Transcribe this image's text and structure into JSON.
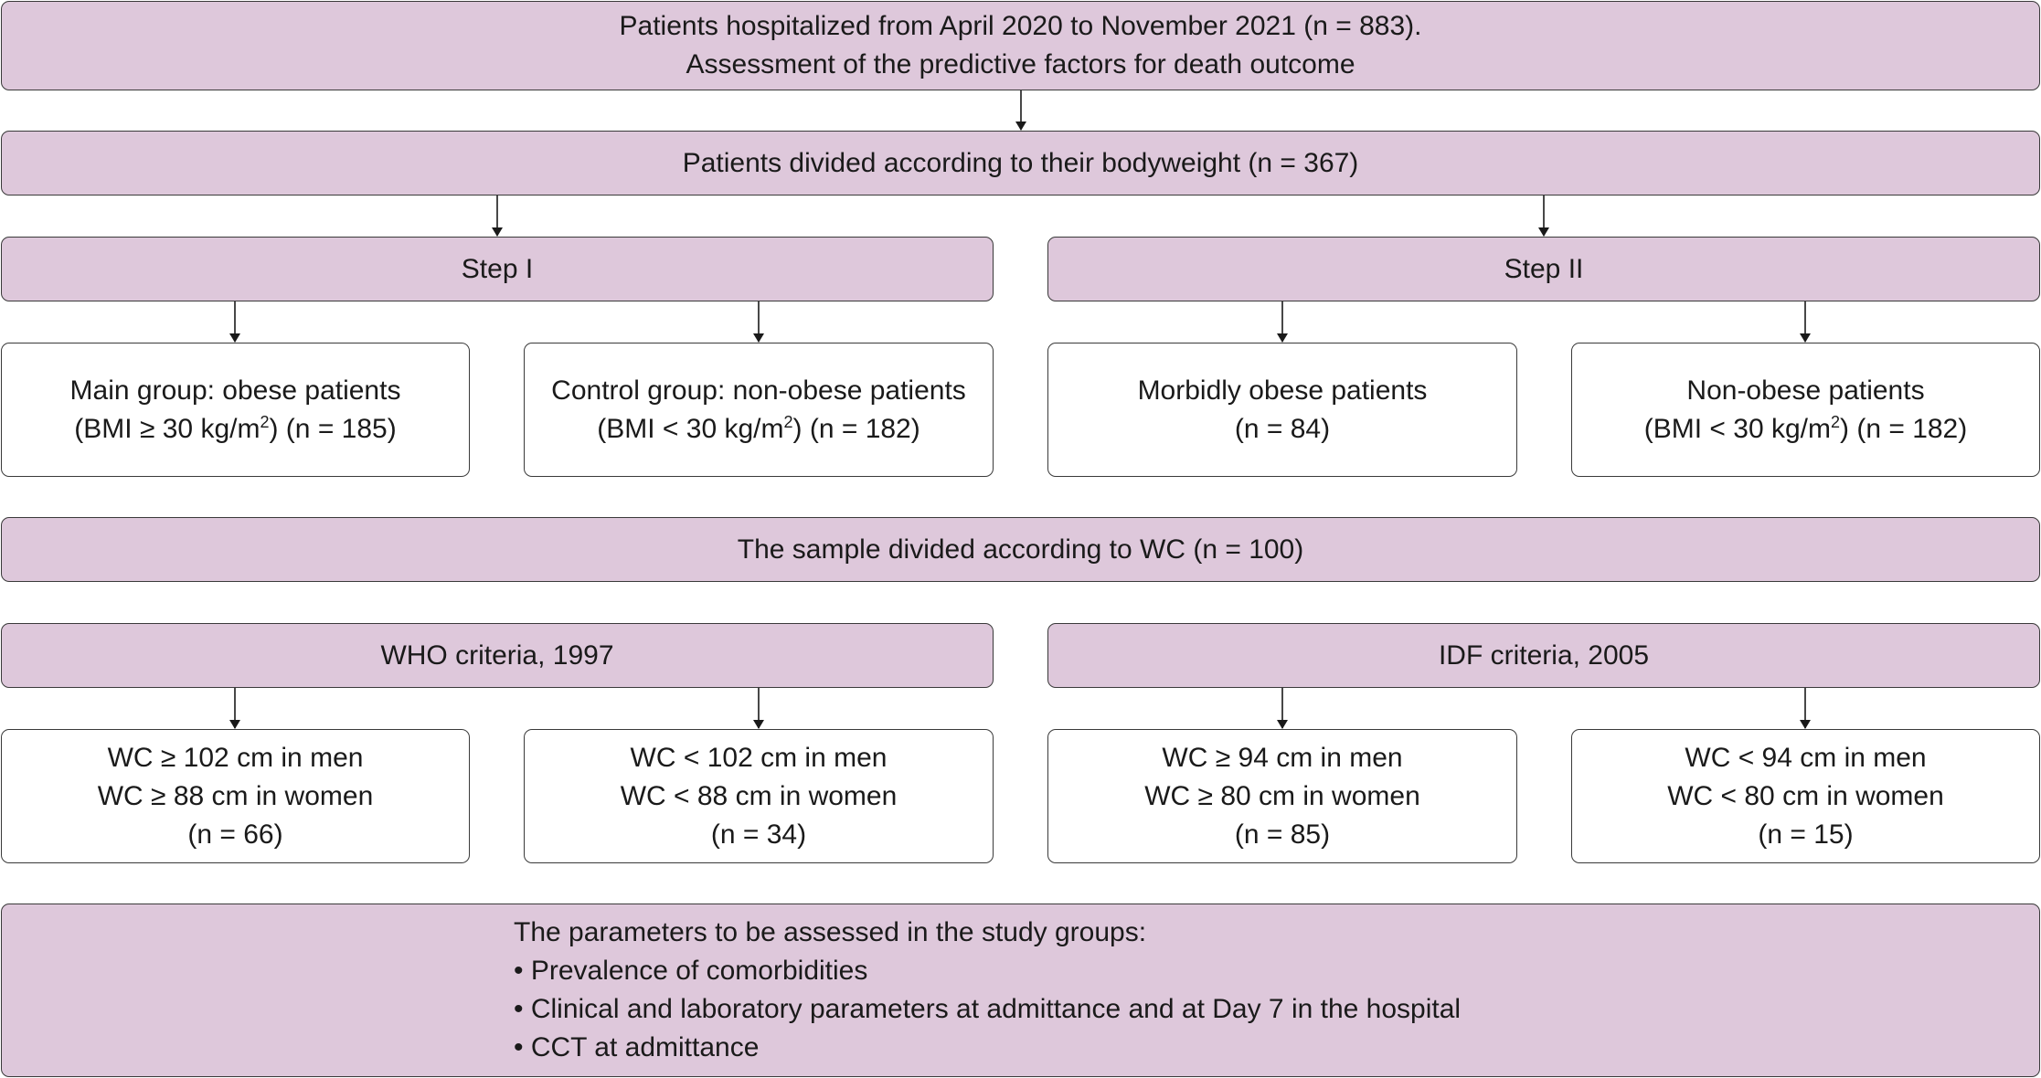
{
  "top": {
    "line1": "Patients hospitalized from April 2020 to November 2021 (n = 883).",
    "line2": "Assessment of the predictive factors for death outcome"
  },
  "bodyweight": {
    "label": "Patients divided according to their bodyweight (n = 367)"
  },
  "step1": {
    "label": "Step I",
    "main_group": {
      "line1": "Main group: obese patients",
      "line2_pre": "(BMI ≥ 30 kg/m",
      "sup": "2",
      "line2_post": ") (n = 185)"
    },
    "control_group": {
      "line1": "Control group: non-obese patients",
      "line2_pre": "(BMI < 30 kg/m",
      "sup": "2",
      "line2_post": ") (n = 182)"
    }
  },
  "step2": {
    "label": "Step II",
    "morbid": {
      "line1": "Morbidly obese patients",
      "line2": "(n = 84)"
    },
    "nonobese": {
      "line1": "Non-obese patients",
      "line2_pre": "(BMI < 30 kg/m",
      "sup": "2",
      "line2_post": ") (n = 182)"
    }
  },
  "wc_sample": {
    "label": "The sample divided according to WC (n = 100)"
  },
  "who": {
    "label": "WHO criteria, 1997",
    "high": {
      "line1": "WC ≥ 102 cm in men",
      "line2": "WC ≥ 88 cm in women",
      "line3": "(n = 66)"
    },
    "low": {
      "line1": "WC < 102 cm in men",
      "line2": "WC < 88 cm in women",
      "line3": "(n = 34)"
    }
  },
  "idf": {
    "label": "IDF criteria, 2005",
    "high": {
      "line1": "WC ≥ 94 cm in men",
      "line2": "WC ≥ 80 cm in women",
      "line3": "(n = 85)"
    },
    "low": {
      "line1": "WC < 94 cm in men",
      "line2": "WC < 80 cm in women",
      "line3": "(n = 15)"
    }
  },
  "parameters": {
    "heading": "The parameters to be assessed in the study groups:",
    "items": [
      "• Prevalence of comorbidities",
      "• Clinical and laboratory parameters at admittance and at Day 7 in the hospital",
      "• CCT at admittance"
    ]
  },
  "colors": {
    "band_fill": "#dec8db",
    "box_fill": "#ffffff",
    "border": "#3a3a3a",
    "arrow": "#1a1a1a"
  }
}
